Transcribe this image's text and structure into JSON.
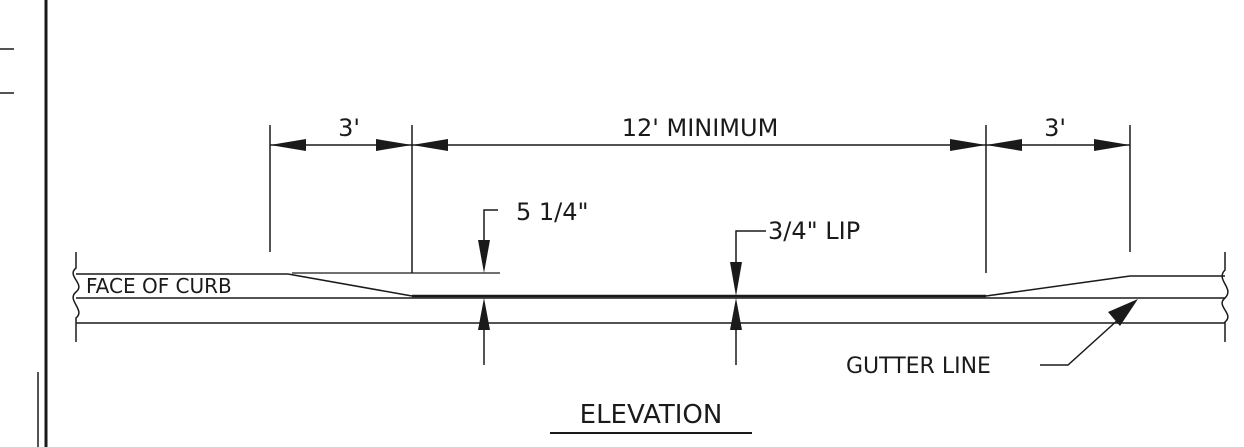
{
  "dimensions": {
    "left_taper": "3'",
    "middle": "12' MINIMUM",
    "right_taper": "3'"
  },
  "callouts": {
    "curb_height": "5 1/4\"",
    "lip": "3/4\" LIP",
    "face_of_curb": "FACE OF CURB",
    "gutter_line": "GUTTER LINE"
  },
  "view_title": "ELEVATION",
  "colors": {
    "ink": "#1a1a1a",
    "paper": "#ffffff"
  }
}
